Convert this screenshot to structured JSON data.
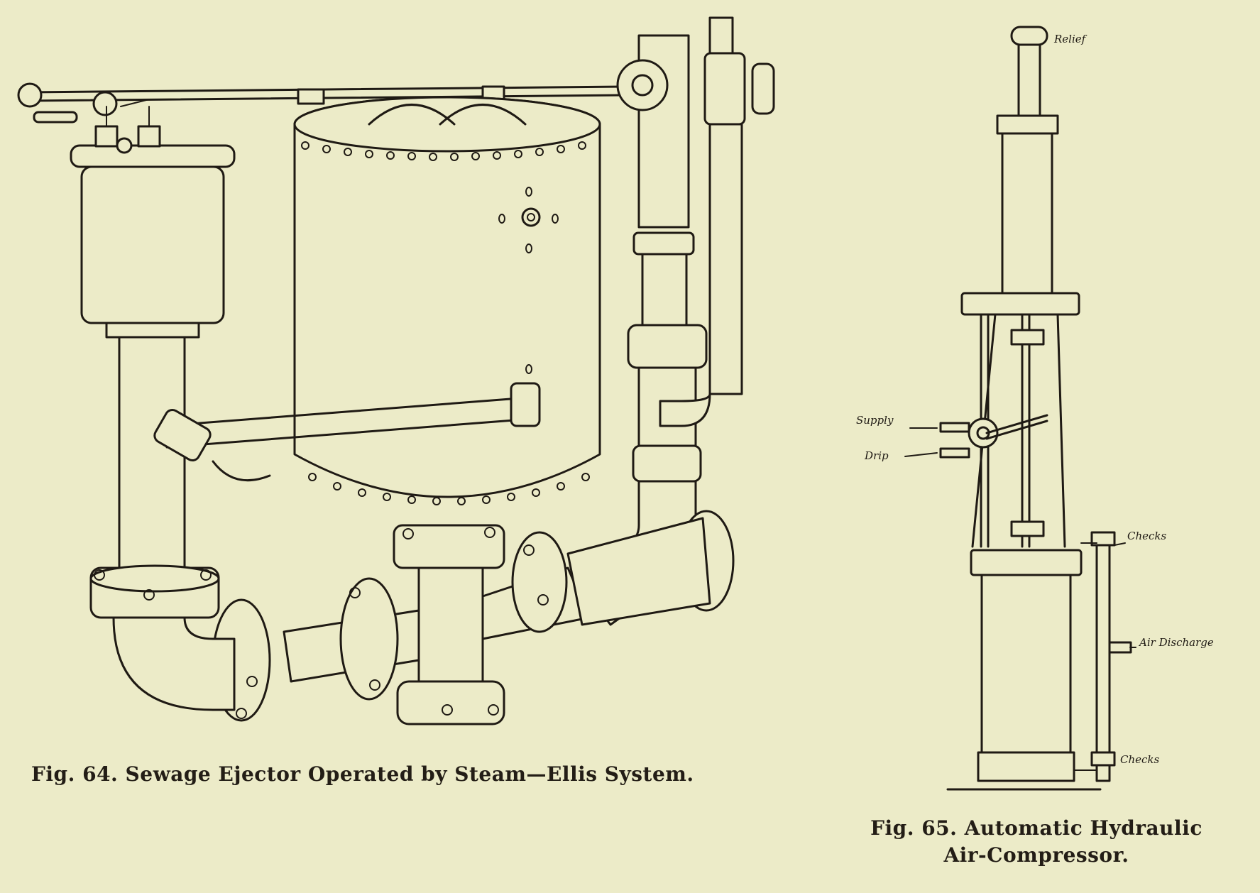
{
  "figure64": {
    "caption": "Fig. 64.  Sewage Ejector Operated by Steam—Ellis System."
  },
  "figure65": {
    "caption_line1": "Fig. 65.  Automatic Hydraulic",
    "caption_line2": "Air-Compressor.",
    "labels": {
      "relief": "Relief",
      "supply": "Supply",
      "drip": "Drip",
      "checks_top": "Checks",
      "air_discharge": "Air Discharge",
      "checks_bottom": "Checks"
    }
  },
  "colors": {
    "paper": "#ecebc8",
    "ink": "#1f1a14"
  }
}
